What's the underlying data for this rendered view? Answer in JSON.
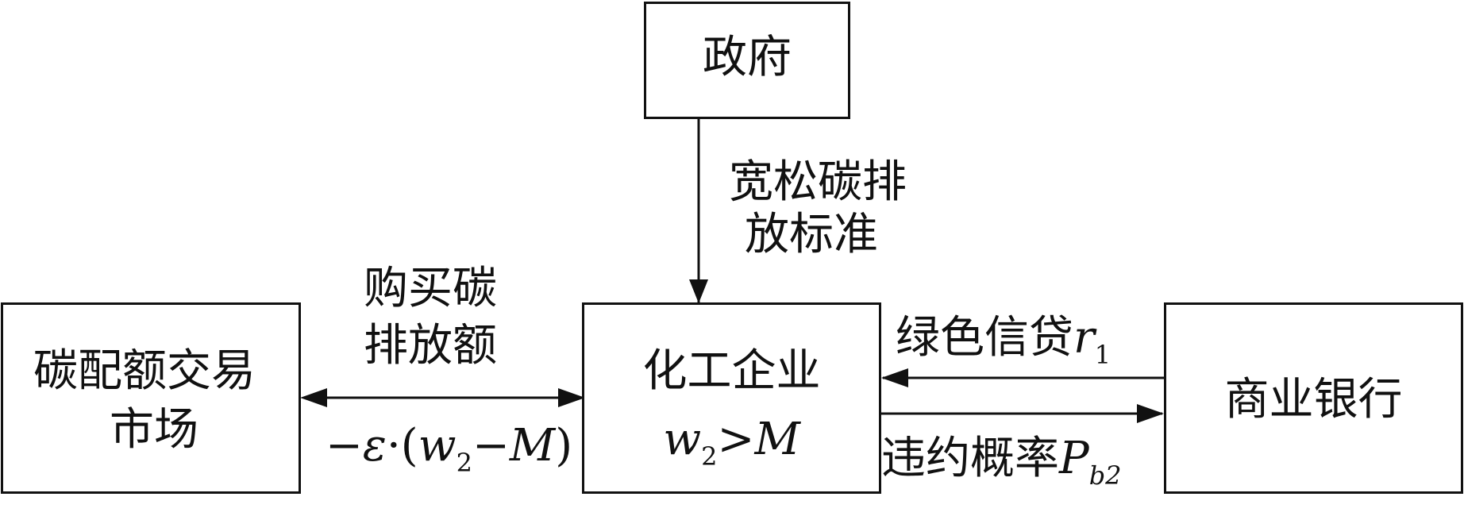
{
  "nodes": {
    "government": "政府",
    "market_line1": "碳配额交易",
    "market_line2": "市场",
    "enterprise": "化工企业",
    "enterprise_condition": {
      "w": "w",
      "sub": "2",
      "rel": ">",
      "rhs": "M"
    },
    "bank": "商业银行"
  },
  "edges": {
    "gov_to_enterprise_line1": "宽松碳排",
    "gov_to_enterprise_line2": "放标准",
    "market_enterprise_line1": "购买碳",
    "market_enterprise_line2": "排放额",
    "market_enterprise_formula": {
      "neg": "−",
      "eps": "ε",
      "dot": "·(",
      "w": "w",
      "sub": "2",
      "minus": "−",
      "M": "M",
      "close": ")"
    },
    "bank_to_enterprise_label": "绿色信贷",
    "bank_to_enterprise_var": "r",
    "bank_to_enterprise_sub": "1",
    "enterprise_to_bank_label": "违约概率",
    "enterprise_to_bank_var": "P",
    "enterprise_to_bank_sub": "b2"
  }
}
